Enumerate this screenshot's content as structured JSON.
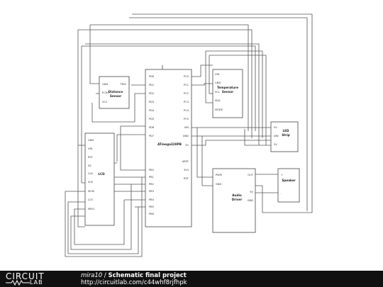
{
  "schematic": {
    "components": {
      "mcu": {
        "name": "ATmega328PB",
        "left_pins": [
          "PD0",
          "PD1",
          "PD2",
          "PD3",
          "PD4",
          "PD5",
          "PD6",
          "PD7",
          "PB0",
          "PB1",
          "PB2",
          "PB3",
          "PB4",
          "PB5",
          "PB6"
        ],
        "right_pins": [
          "PC0",
          "PC1",
          "PC2",
          "PC3",
          "PC4",
          "PC5",
          "VIN",
          "GND",
          "5V",
          "AREF",
          "3V3",
          "RST"
        ]
      },
      "distance": {
        "name_line1": "Distance",
        "name_line2": "Sensor",
        "pins": [
          "GND",
          "TRIG",
          "ECHO",
          "VCC"
        ]
      },
      "temperature": {
        "name_line1": "Temperature",
        "name_line2": "Sensor",
        "pins": [
          "VIN",
          "GND",
          "SCL",
          "SDA",
          "MODE"
        ]
      },
      "led": {
        "name_line1": "LED",
        "name_line2": "Strip",
        "pins": [
          "5V",
          "DIN",
          "5V"
        ]
      },
      "lcd": {
        "name": "LCD",
        "pins": [
          "GND",
          "VIN",
          "RST",
          "DC",
          "CLK",
          "SCK",
          "MOSI",
          "LCS",
          "MISO"
        ]
      },
      "audio": {
        "name_line1": "Audio",
        "name_line2": "Driver",
        "pins": [
          "PWM",
          "GND",
          "OUT",
          "5V",
          "GND"
        ]
      },
      "speaker": {
        "name": "Speaker",
        "pins": [
          "+",
          "-"
        ]
      }
    }
  },
  "footer": {
    "logo_top": "CIRCUIT",
    "logo_bottom": "LAB",
    "author": "mira10",
    "separator": "/",
    "title": "Schematic final project",
    "url": "http://circuitlab.com/c44whf8rjfhpk"
  }
}
